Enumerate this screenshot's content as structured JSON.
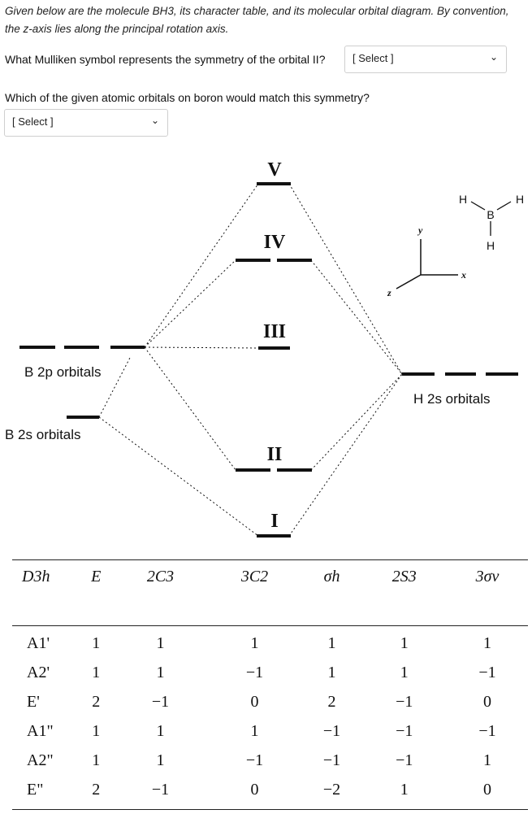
{
  "intro_line1": "Given below are the molecule BH3, its character table, and its molecular orbital diagram. By convention,",
  "intro_line2": "the z-axis lies along the principal rotation axis.",
  "q1": {
    "text": "What Mulliken symbol represents the symmetry of the orbital II?",
    "select_value": "[ Select ]"
  },
  "q2": {
    "text": "Which of the given atomic orbitals on boron would match this symmetry?",
    "select_value": "[ Select ]"
  },
  "diagram": {
    "mo_labels": [
      "I",
      "II",
      "III",
      "IV",
      "V"
    ],
    "b2p_label": "B 2p orbitals",
    "b2s_label": "B 2s orbitals",
    "h2s_label": "H 2s orbitals",
    "axes": {
      "x": "x",
      "y": "y",
      "z": "z"
    },
    "molecule": {
      "h_top_left": "H",
      "b": "B",
      "h_top_right": "H",
      "h_bottom": "H"
    }
  },
  "character_table": {
    "group": "D3h",
    "headers": [
      "E",
      "2C3",
      "3C2",
      "σh",
      "2S3",
      "3σv"
    ],
    "rows": [
      {
        "label": "A1'",
        "values": [
          "1",
          "1",
          "1",
          "1",
          "1",
          "1"
        ]
      },
      {
        "label": "A2'",
        "values": [
          "1",
          "1",
          "−1",
          "1",
          "1",
          "−1"
        ]
      },
      {
        "label": "E'",
        "values": [
          "2",
          "−1",
          "0",
          "2",
          "−1",
          "0"
        ]
      },
      {
        "label": "A1\"",
        "values": [
          "1",
          "1",
          "1",
          "−1",
          "−1",
          "−1"
        ]
      },
      {
        "label": "A2\"",
        "values": [
          "1",
          "1",
          "−1",
          "−1",
          "−1",
          "1"
        ]
      },
      {
        "label": "E\"",
        "values": [
          "2",
          "−1",
          "0",
          "−2",
          "1",
          "0"
        ]
      }
    ]
  }
}
